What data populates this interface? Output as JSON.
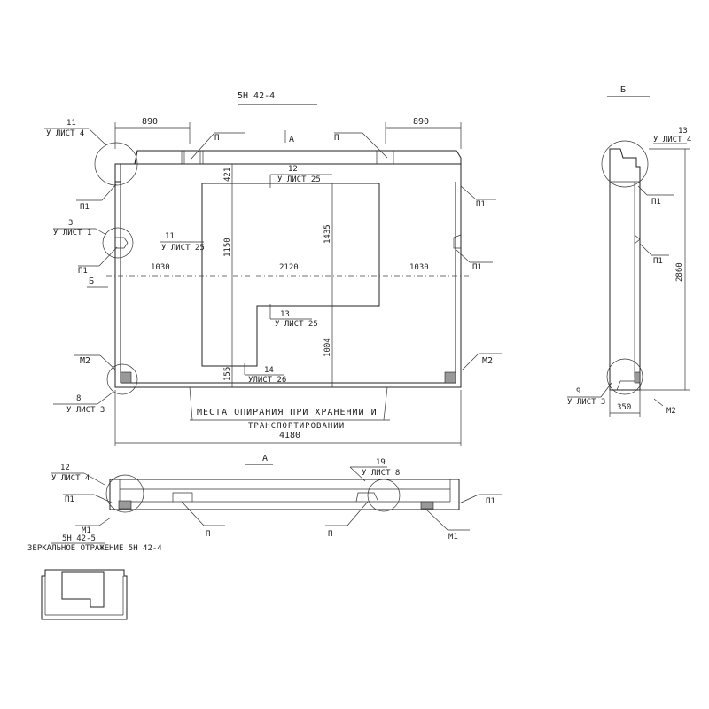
{
  "drawing": {
    "plan_title": "5Н 42-4",
    "side_title": "Б",
    "section_title": "А",
    "plan": {
      "dim_top_left": "890",
      "dim_top_right": "890",
      "dim_left": "1030",
      "dim_mid": "2120",
      "dim_right": "1030",
      "dim_total": "4180",
      "dim_421": "421",
      "dim_1150": "1150",
      "dim_1435": "1435",
      "dim_1004": "1004",
      "dim_155": "155",
      "view_arrow_a": "А",
      "view_arrow_b": "Б",
      "callout_11_num": "11",
      "callout_11_ref": "У ЛИСТ 4",
      "callout_3_num": "3",
      "callout_3_ref": "У ЛИСТ 1",
      "callout_8_num": "8",
      "callout_8_ref": "У ЛИСТ 3",
      "callout_12_num": "12",
      "callout_12_ref": "У ЛИСТ 25",
      "callout_11b_num": "11",
      "callout_11b_ref": "У ЛИСТ 25",
      "callout_13_num": "13",
      "callout_13_ref": "У ЛИСТ 25",
      "callout_14_num": "14",
      "callout_14_ref": "УЛИСТ 26",
      "label_p_left": "П",
      "label_p_right": "П",
      "label_p1_tl": "П1",
      "label_p1_ml": "П1",
      "label_p1_tr": "П1",
      "label_p1_mr": "П1",
      "label_m2_left": "М2",
      "label_m2_right": "М2",
      "note_line1": "МЕСТА ОПИРАНИЯ ПРИ ХРАНЕНИИ И",
      "note_line2": "ТРАНСПОРТИРОВАНИИ"
    },
    "section": {
      "callout_12_num": "12",
      "callout_12_ref": "У ЛИСТ 4",
      "callout_19_num": "19",
      "callout_19_ref": "У ЛИСТ 8",
      "label_p1_left": "П1",
      "label_p1_right": "П1",
      "label_p_left": "П",
      "label_p_right": "П",
      "label_m1_left": "М1",
      "label_m1_right": "М1"
    },
    "side": {
      "callout_13_num": "13",
      "callout_13_ref": "У ЛИСТ 4",
      "callout_9_num": "9",
      "callout_9_ref": "У ЛИСТ 3",
      "label_p1_top": "П1",
      "label_p1_mid": "П1",
      "label_m2": "М2",
      "dim_height": "2860",
      "dim_width": "350"
    },
    "mirror": {
      "title": "5Н 42-5",
      "subtitle": "ЗЕРКАЛЬНОЕ ОТРАЖЕНИЕ 5Н 42-4"
    }
  }
}
